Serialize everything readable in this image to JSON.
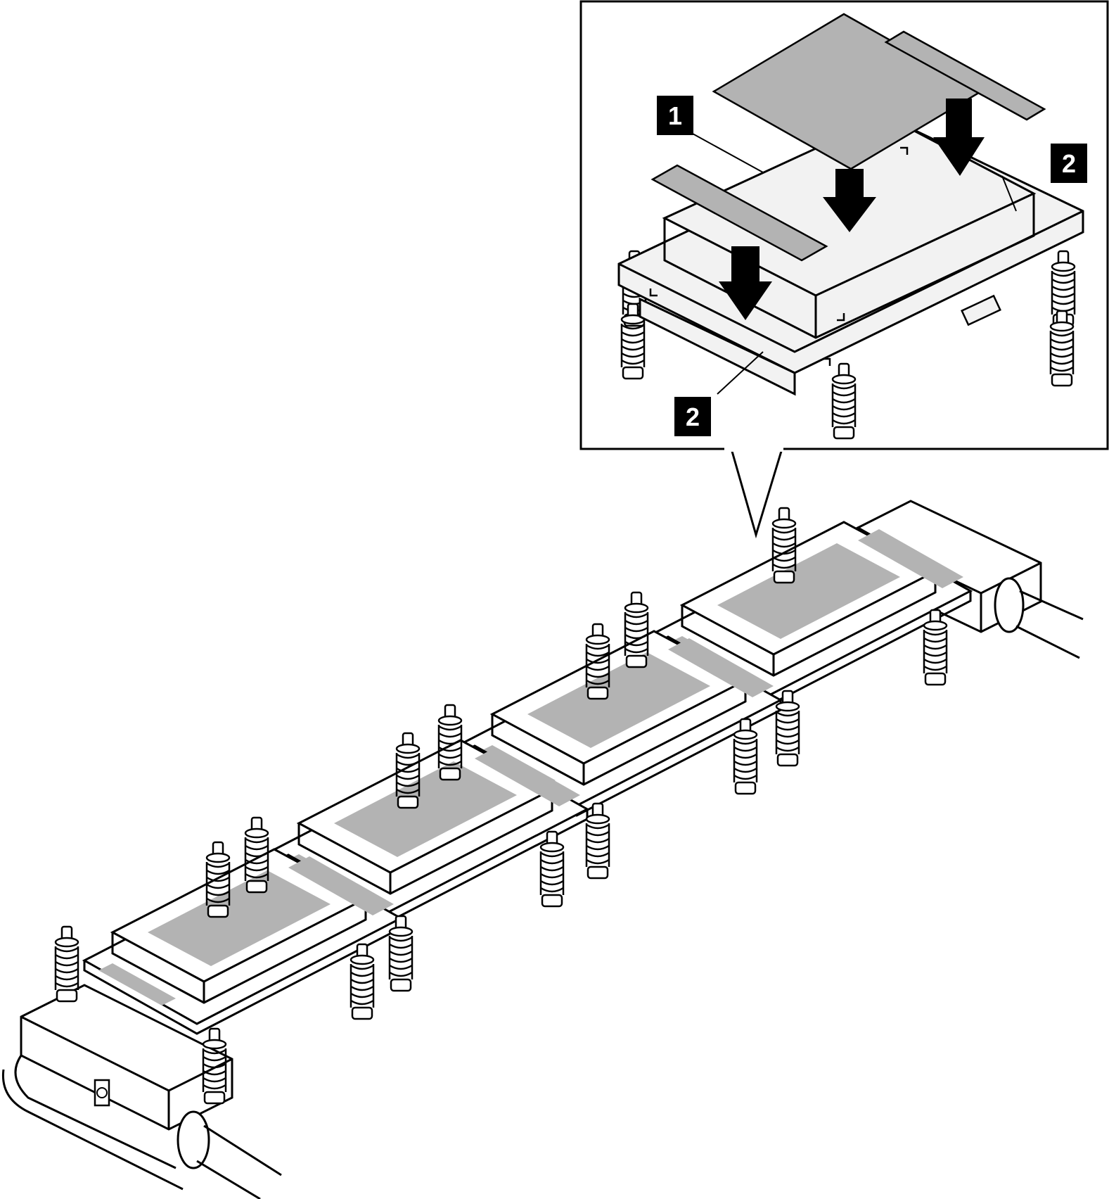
{
  "callouts": {
    "c1": "1",
    "c2a": "2",
    "c2b": "2"
  },
  "colors": {
    "pad": "#b3b3b3",
    "plate": "#f2f2f2",
    "line": "#000000",
    "callout_bg": "#000000",
    "callout_fg": "#ffffff"
  },
  "icons": {
    "arrows": "down-arrow-icon",
    "springs": "spring-screw-icon"
  }
}
